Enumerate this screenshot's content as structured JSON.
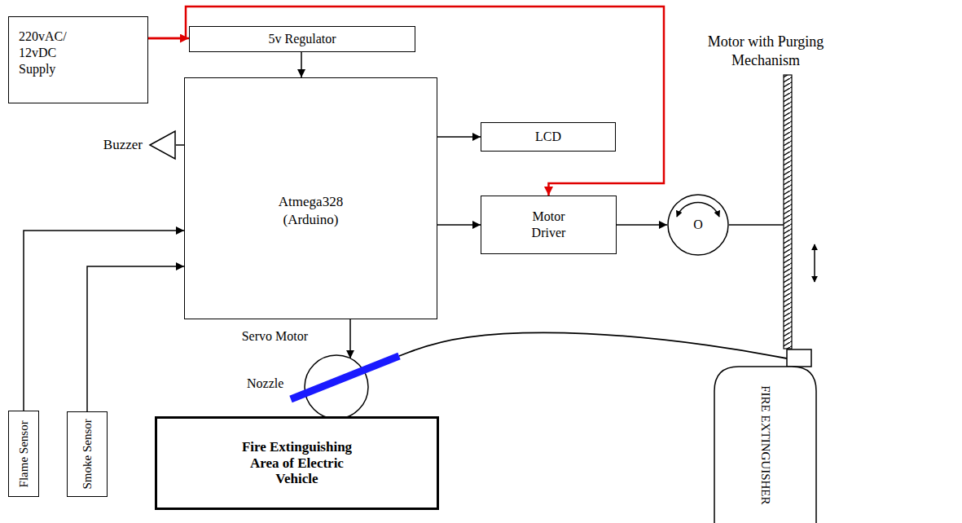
{
  "diagram": {
    "nodes": [
      {
        "text": [
          "220vAC/ 12vDC Supply"
        ]
      },
      {
        "text": [
          "5v Regulator"
        ]
      },
      {
        "text": [
          "Buzzer"
        ]
      },
      {
        "text": [
          "Atmega328 (Arduino)"
        ]
      },
      {
        "text": [
          "LCD"
        ]
      },
      {
        "text": [
          "Motor Driver"
        ]
      },
      {
        "text": [
          "Motor with Purging Mechanism",
          "O"
        ]
      },
      {
        "text": [
          "Servo Motor"
        ]
      },
      {
        "text": [
          "Flame Sensor"
        ]
      },
      {
        "text": [
          "Smoke Sensor"
        ]
      },
      {
        "text": [
          "Fire Extinguishing Area of Electric Vehicle"
        ]
      },
      {
        "text": [
          "FIRE EXTINGUISHER"
        ]
      }
    ],
    "edges": [
      {
        "from": 0,
        "to": 1,
        "arrow": "to"
      },
      {
        "from": 0,
        "to": 5,
        "arrow": "to"
      },
      {
        "from": 1,
        "to": 3,
        "arrow": "to"
      },
      {
        "from": 2,
        "to": 3,
        "arrow": "none"
      },
      {
        "from": 3,
        "to": 4,
        "arrow": "to"
      },
      {
        "from": 3,
        "to": 5,
        "arrow": "to"
      },
      {
        "from": 5,
        "to": 6,
        "arrow": "to"
      },
      {
        "from": 8,
        "to": 3,
        "arrow": "to"
      },
      {
        "from": 9,
        "to": 3,
        "arrow": "to"
      },
      {
        "from": 3,
        "to": 7,
        "arrow": "to"
      },
      {
        "from": 7,
        "to": 11,
        "arrow": "none"
      }
    ],
    "labels": [
      "Nozzle"
    ]
  }
}
